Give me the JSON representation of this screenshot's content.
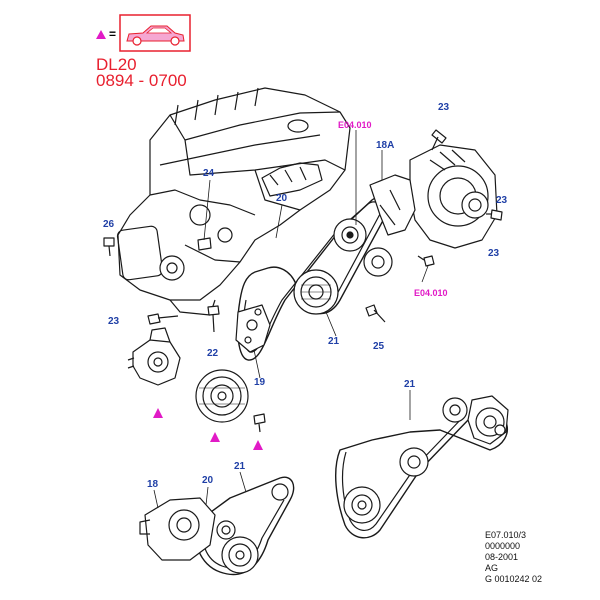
{
  "header": {
    "legend_equals": "=",
    "model": "DL20",
    "range": "0894 - 0700"
  },
  "colors": {
    "callout": "#1f3fa6",
    "alert": "#e8202f",
    "marker": "#e11ac6",
    "line": "#1a1a1a"
  },
  "callouts": {
    "c23_top": "23",
    "c18a": "18A",
    "c24": "24",
    "c20_engine": "20",
    "c26": "26",
    "c23_right_a": "23",
    "c23_right_b": "23",
    "c23_left": "23",
    "c22": "22",
    "c19": "19",
    "c21_main": "21",
    "c25": "25",
    "c21_mid": "21",
    "c18_bottom": "18",
    "c20_bottom": "20",
    "c21_bottom": "21",
    "ref_top": "E04.010",
    "ref_bottom": "E04.010"
  },
  "footer": {
    "line1": "E07.010/3",
    "line2": "0000000",
    "line3": "08-2001",
    "line4": "AG",
    "line5": "G 0010242 02"
  }
}
